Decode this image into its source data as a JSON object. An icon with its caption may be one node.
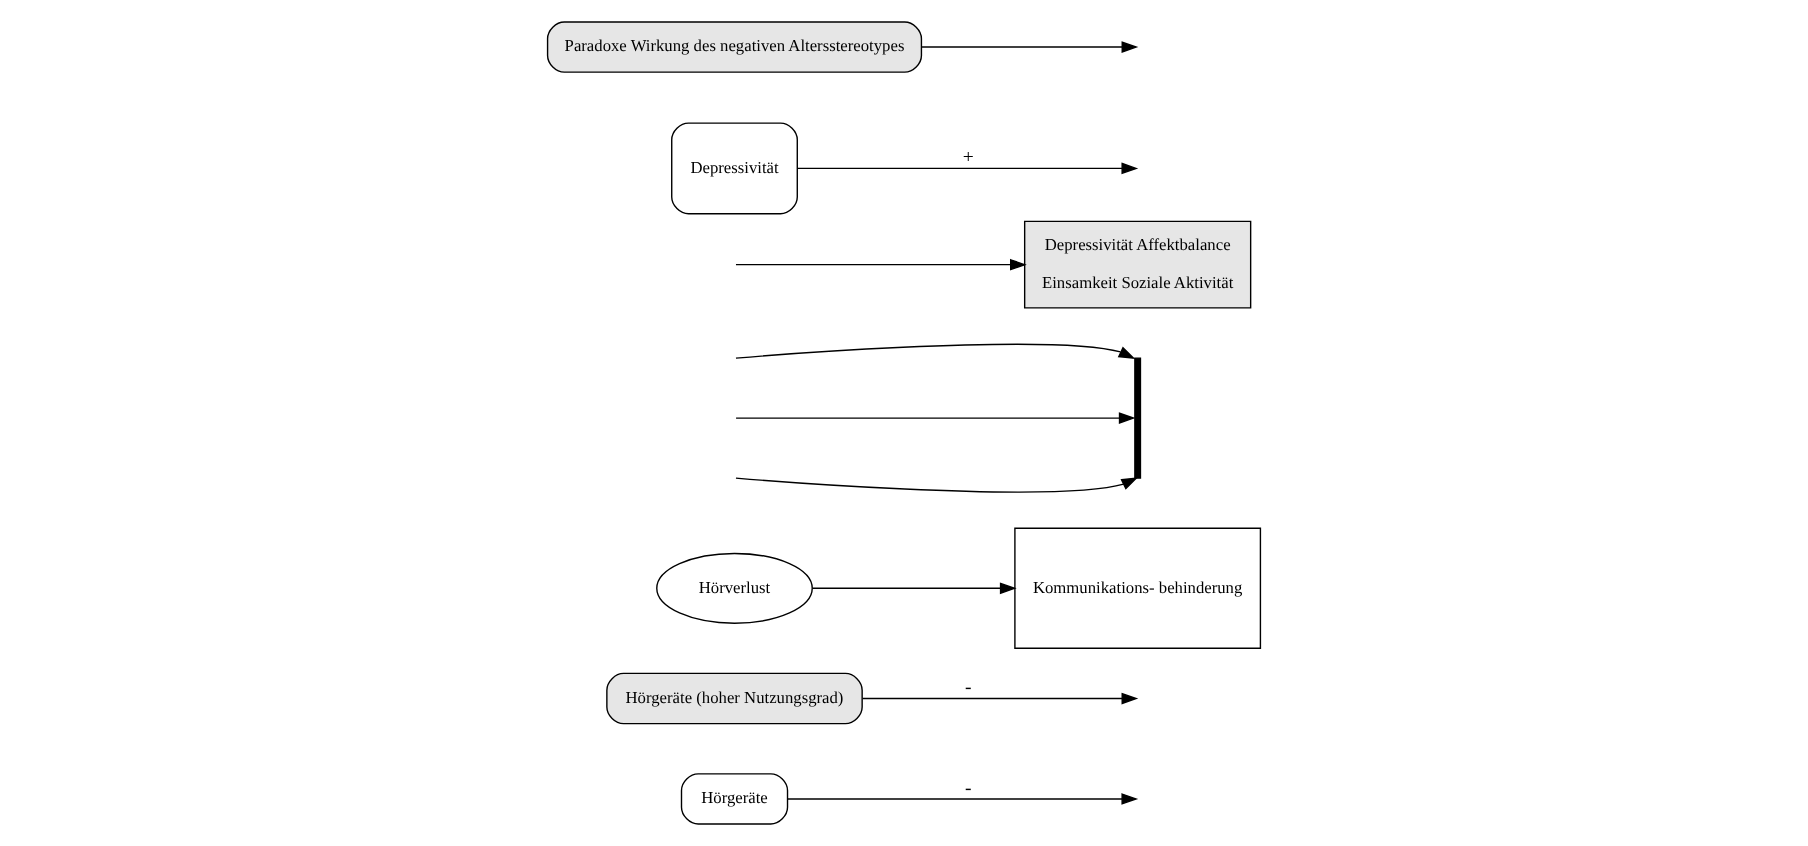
{
  "diagram": {
    "nodes": [
      {
        "text": [
          "Hörgeräte"
        ]
      },
      {
        "text": [
          "Hörgeräte (hoher Nutzungsgrad)"
        ]
      },
      {
        "text": [
          "Hörverlust"
        ]
      },
      {
        "text": [
          "Kommunikations- behinderung"
        ]
      },
      {
        "text": [],
        "shape": "bar"
      },
      {
        "text": [
          "Depressivität Affektbalance",
          "Einsamkeit Soziale Aktivität"
        ]
      },
      {
        "text": [
          "Depressivität"
        ]
      },
      {
        "text": [
          "Paradoxe Wirkung des negativen Altersstereotypes"
        ]
      }
    ],
    "edges": [
      {
        "from": 2,
        "to": 3,
        "arrow": "to"
      },
      {
        "from": 0,
        "to": null,
        "arrow": "to",
        "label": "-"
      },
      {
        "from": 6,
        "to": null,
        "arrow": "to",
        "label": "+"
      },
      {
        "from": null,
        "to": 5,
        "arrow": "to"
      },
      {
        "from": 1,
        "to": null,
        "arrow": "to",
        "label": "-"
      },
      {
        "from": 7,
        "to": null,
        "arrow": "to"
      },
      {
        "from": null,
        "to": 4,
        "arrow": "to"
      },
      {
        "from": null,
        "to": 4,
        "arrow": "to"
      },
      {
        "from": null,
        "to": 4,
        "arrow": "to"
      }
    ]
  }
}
